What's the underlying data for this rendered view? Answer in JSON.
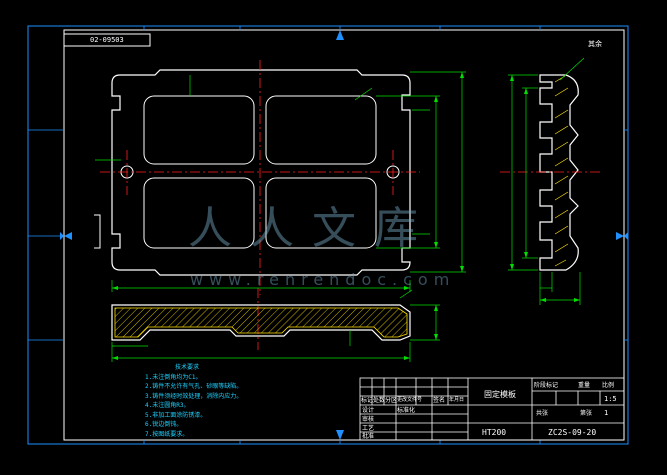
{
  "drawing_code": "02-09503",
  "top_right_mark": "其余",
  "notes": {
    "heading": "技术要求",
    "items": [
      "1.未注倒角均为C1。",
      "2.铸件不允许有气孔、砂眼等缺陷。",
      "3.铸件须经时效处理，消除内应力。",
      "4.未注圆角R3。",
      "5.非加工面涂防锈漆。",
      "6.锐边倒钝。",
      "7.按图纸要求。"
    ]
  },
  "title_block": {
    "part_name": "固定模板",
    "material": "HT200",
    "drawing_no": "ZC2S-09-20",
    "scale": "1:5",
    "sheet": "1",
    "labels": [
      "标记",
      "处数",
      "分区",
      "更改文件号",
      "签名",
      "年月日",
      "设计",
      "审核",
      "工艺",
      "标准化",
      "批准",
      "阶段标记",
      "重量",
      "比例",
      "共张",
      "第张"
    ]
  },
  "watermark": {
    "line1": "人人文库",
    "line2": "www.renrendoc.com"
  },
  "colors": {
    "background": "#000000",
    "outline": "#ffffff",
    "dimension": "#00e000",
    "center": "#ff2020",
    "hatch": "#ffe000",
    "text": "#ff40ff",
    "frame": "#1e90ff"
  }
}
